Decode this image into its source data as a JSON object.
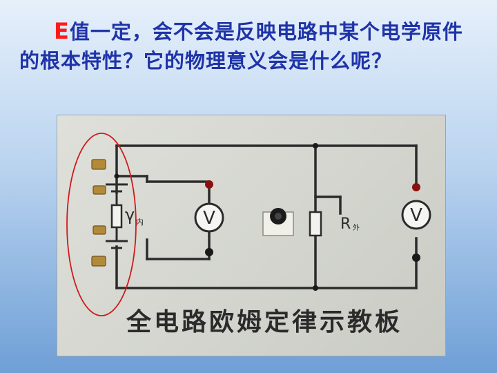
{
  "heading": {
    "highlight": "E",
    "text": "值一定，会不会是反映电路中某个电学原件的根本特性？它的物理意义会是什么呢？"
  },
  "board": {
    "title": "全电路欧姆定律示教板",
    "voltmeter_symbol": "V",
    "internal_r_label": "γ",
    "internal_r_sub": "内",
    "external_r_label": "R",
    "external_r_sub": "外"
  },
  "colors": {
    "heading_text": "#1f33a8",
    "highlight": "#ff1a1a",
    "circle_marker": "#d01a1a"
  }
}
